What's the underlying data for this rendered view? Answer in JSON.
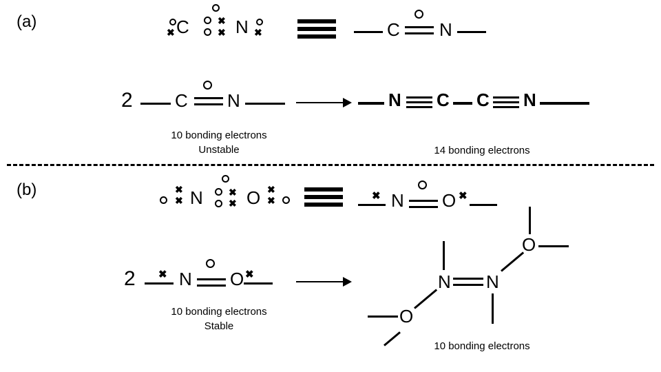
{
  "symbols": {
    "cross": "✖"
  },
  "panel_a": {
    "label": "(a)",
    "dot_structure": {
      "atom1": "C",
      "atom2": "N"
    },
    "line_structure": {
      "atom1": "C",
      "atom2": "N"
    },
    "reaction": {
      "coefficient": "2",
      "reactant": {
        "atom1": "C",
        "atom2": "N"
      },
      "product": {
        "atoms": [
          "N",
          "C",
          "C",
          "N"
        ]
      },
      "reactant_caption": [
        "10 bonding electrons",
        "Unstable"
      ],
      "product_caption": "14 bonding electrons"
    }
  },
  "panel_b": {
    "label": "(b)",
    "dot_structure": {
      "atom1": "N",
      "atom2": "O"
    },
    "line_structure": {
      "atom1": "N",
      "atom2": "O"
    },
    "reaction": {
      "coefficient": "2",
      "reactant": {
        "atom1": "N",
        "atom2": "O"
      },
      "product": {
        "atoms": [
          "O",
          "N",
          "N",
          "O"
        ]
      },
      "reactant_caption": [
        "10 bonding electrons",
        "Stable"
      ],
      "product_caption": "10 bonding electrons"
    }
  }
}
